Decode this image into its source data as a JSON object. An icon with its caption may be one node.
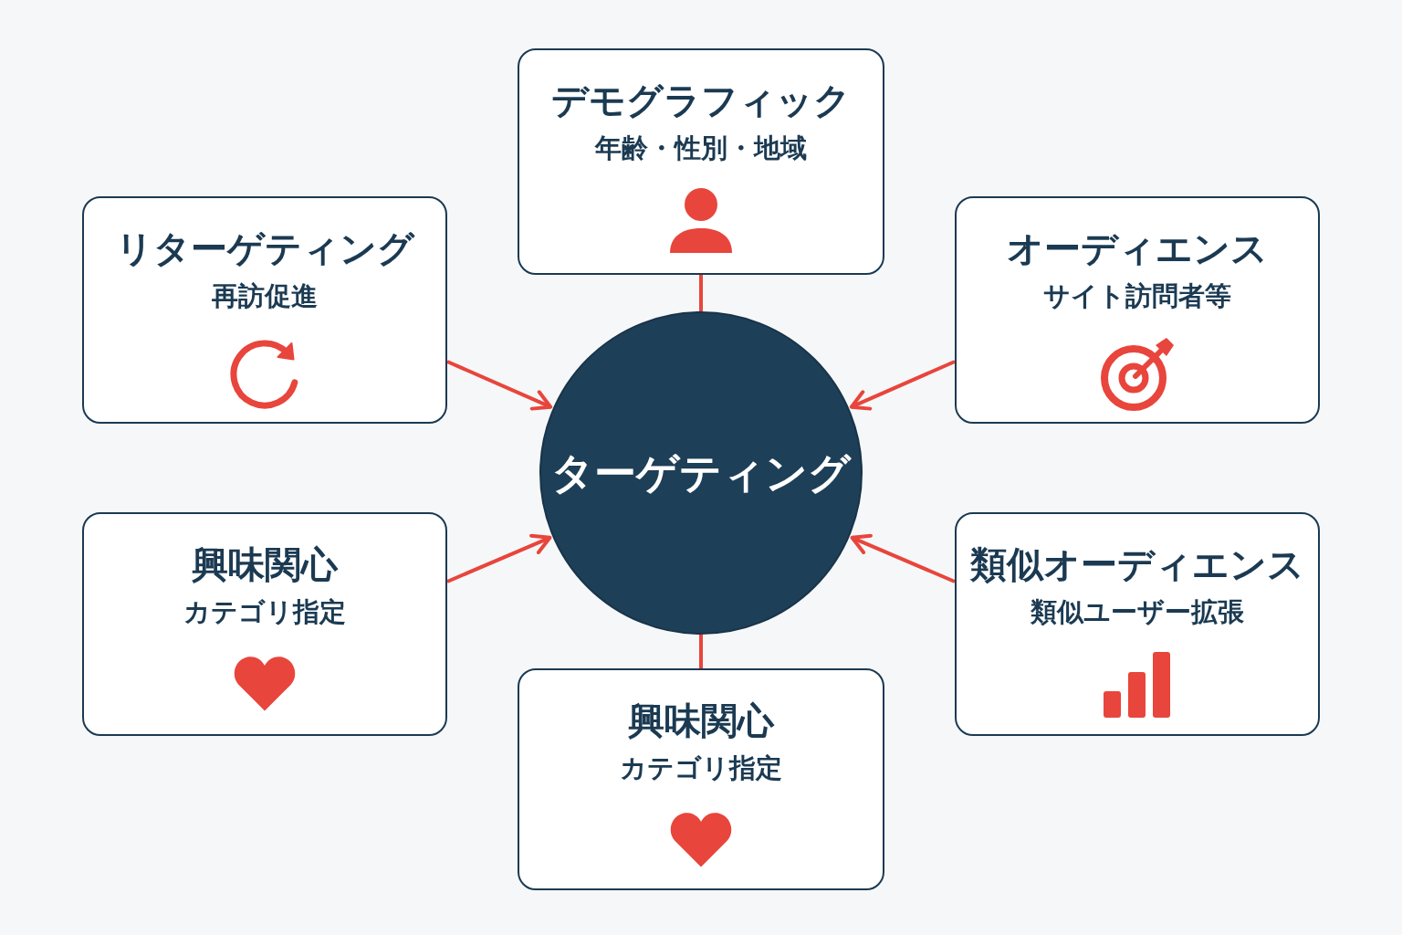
{
  "diagram": {
    "nodes": [
      {
        "text": [
          "デモグラフィック",
          "年齢・性別・地域"
        ]
      },
      {
        "text": [
          "リターゲティング",
          "再訪促進"
        ]
      },
      {
        "text": [
          "オーディエンス",
          "サイト訪問者等"
        ]
      },
      {
        "text": [
          "ターゲティング"
        ]
      },
      {
        "text": [
          "興味関心",
          "カテゴリ指定"
        ]
      },
      {
        "text": [
          "類似オーディエンス",
          "類似ユーザー拡張"
        ]
      },
      {
        "text": [
          "興味関心",
          "カテゴリ指定"
        ]
      }
    ],
    "edges": [
      {
        "from": 0,
        "to": 3,
        "arrow": "none"
      },
      {
        "from": 1,
        "to": 3,
        "arrow": "to"
      },
      {
        "from": 2,
        "to": 3,
        "arrow": "to"
      },
      {
        "from": 4,
        "to": 3,
        "arrow": "to"
      },
      {
        "from": 5,
        "to": 3,
        "arrow": "to"
      },
      {
        "from": 6,
        "to": 3,
        "arrow": "none"
      }
    ]
  }
}
